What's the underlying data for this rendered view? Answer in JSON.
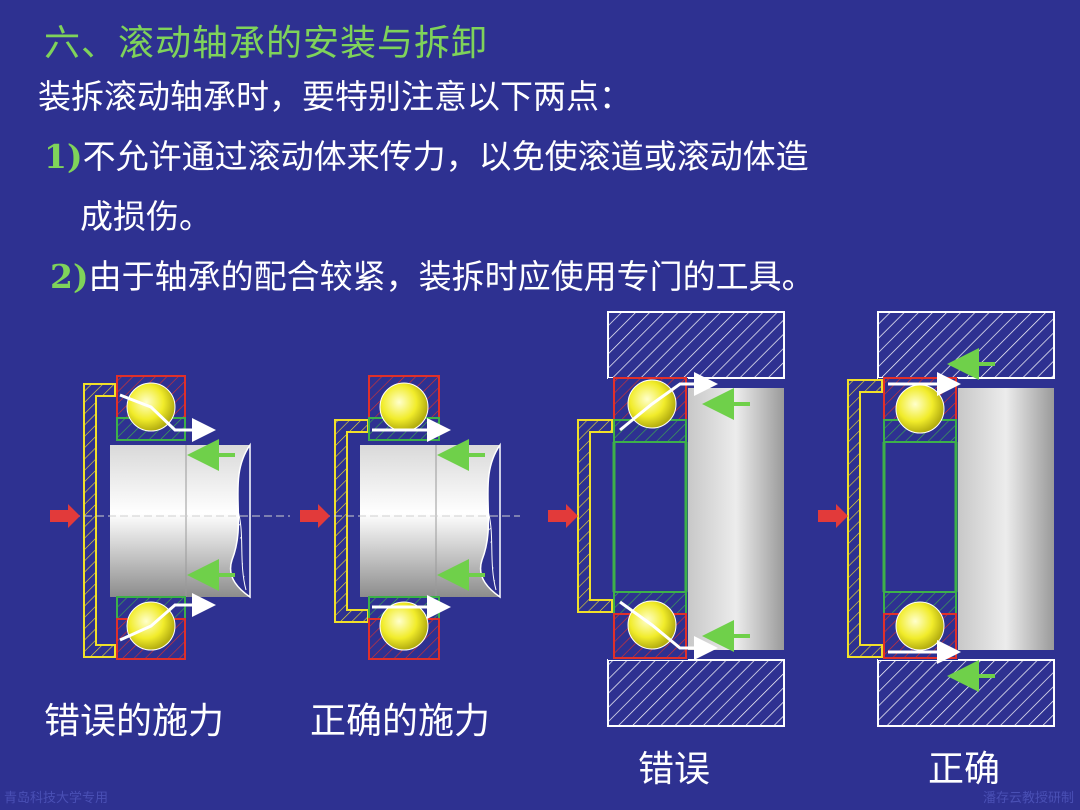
{
  "slide": {
    "title": "六、滚动轴承的安装与拆卸",
    "intro": "装拆滚动轴承时，要特别注意以下两点：",
    "points": [
      {
        "num": "1)",
        "text": "不允许通过滚动体来传力，以免使滚道或滚动体造",
        "cont": "成损伤。"
      },
      {
        "num": "2)",
        "text": "由于轴承的配合较紧，装拆时应使用专门的工具。"
      }
    ]
  },
  "figures": {
    "captions": [
      "错误的施力",
      "正确的施力",
      "错误",
      "正确"
    ]
  },
  "watermark": {
    "left": "青岛科技大学专用",
    "right": "潘存云教授研制"
  },
  "colors": {
    "background": "#2e3191",
    "title": "#7fd35a",
    "text": "#ffffff",
    "ring_outer": "#e0302a",
    "ring_inner": "#3db04a",
    "ball": "#f1ec2a",
    "puller": "#f1e02a",
    "arrow_force": "#e23a3a",
    "arrow_green": "#6fd04a"
  }
}
